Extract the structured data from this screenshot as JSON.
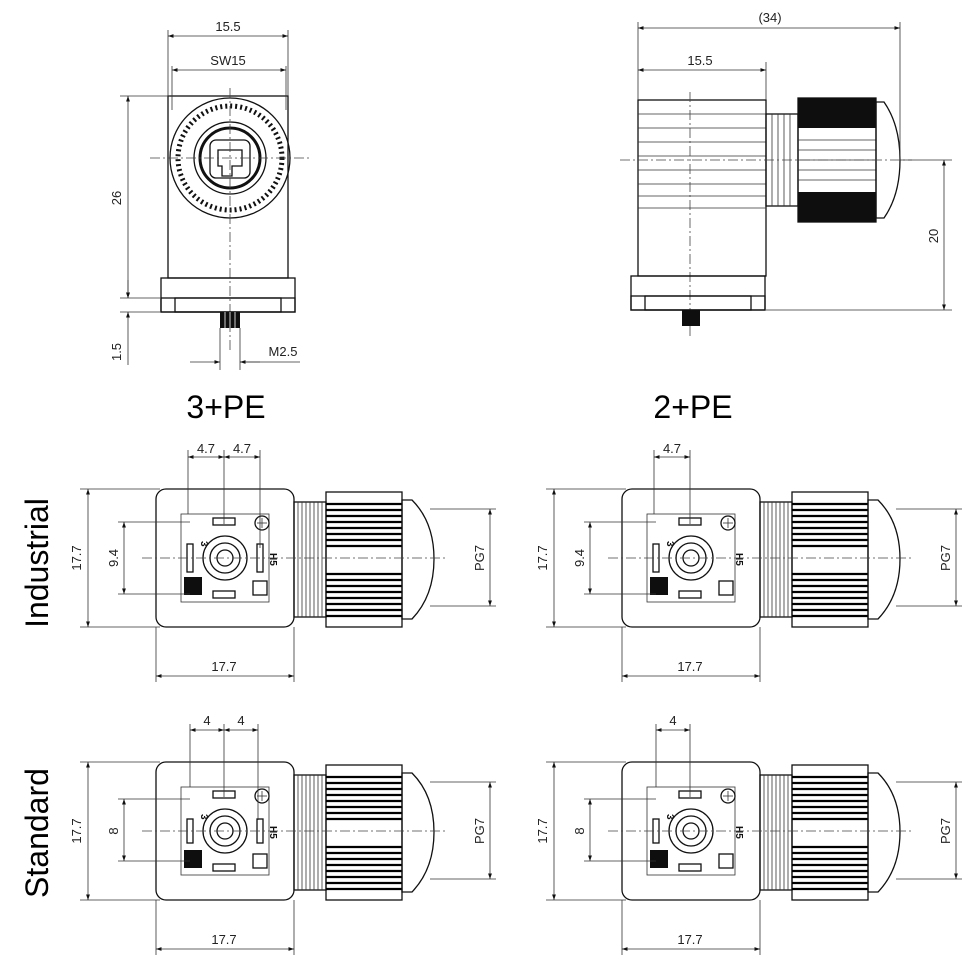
{
  "dimensions": {
    "top_left_width": "15.5",
    "top_left_sw": "SW15",
    "top_left_height": "26",
    "top_left_flange": "1.5",
    "top_left_screw": "M2.5",
    "top_right_overall": "(34)",
    "top_right_body": "15.5",
    "top_right_height": "20",
    "cell_width": "17.7",
    "cell_height": "17.7",
    "cable_gland": "PG7",
    "industrial_pin_spacing": "4.7",
    "industrial_vertical": "9.4",
    "standard_pin_spacing": "4",
    "standard_vertical": "8"
  },
  "columns": [
    "3+PE",
    "2+PE"
  ],
  "rows": [
    "Industrial",
    "Standard"
  ],
  "pins": {
    "pin3": "3",
    "pin_hs": "H5"
  }
}
